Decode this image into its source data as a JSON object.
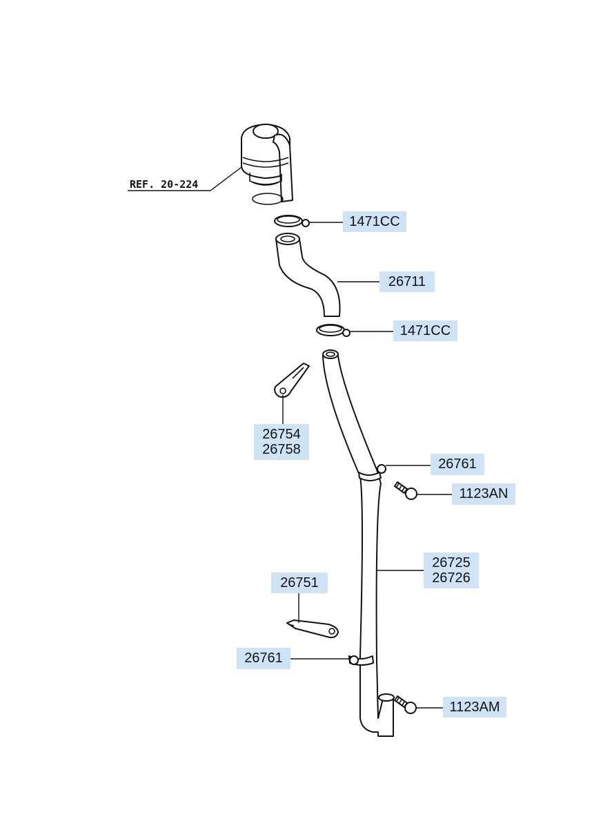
{
  "ref_label": "REF. 20-224",
  "labels": {
    "clamp_top": "1471CC",
    "hose_upper": "26711",
    "clamp_mid": "1471CC",
    "bracket_a_1": "26754",
    "bracket_a_2": "26758",
    "clip_upper": "26761",
    "bolt_upper": "1123AN",
    "tube_1": "26725",
    "tube_2": "26726",
    "bracket_b": "26751",
    "clip_lower": "26761",
    "bolt_lower": "1123AM"
  },
  "colors": {
    "label_background": "#cfe3f7",
    "line": "#111111"
  }
}
